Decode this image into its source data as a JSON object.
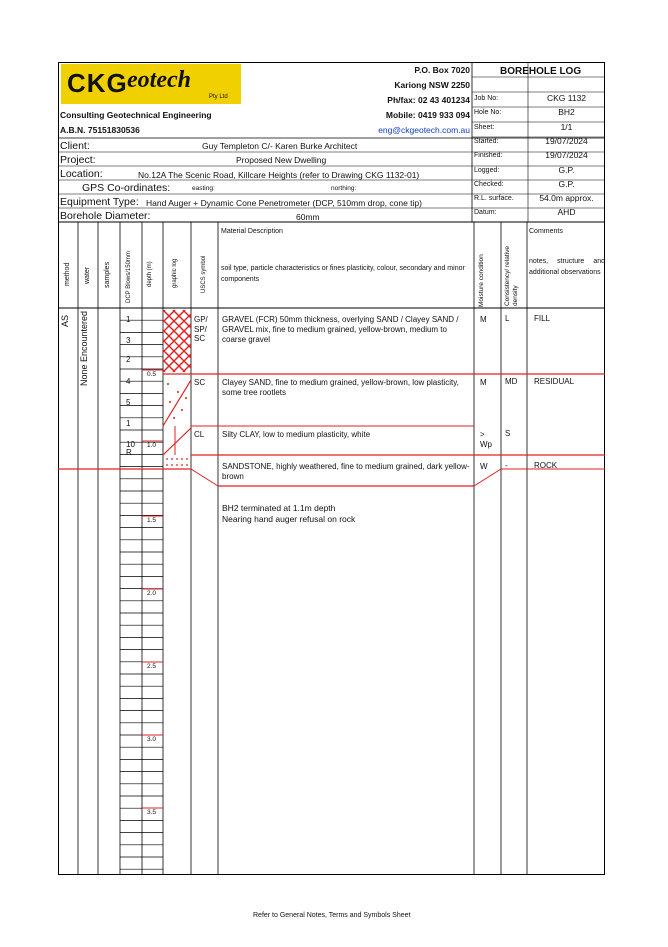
{
  "logo": {
    "main": "CKG",
    "script": "eotech",
    "sub": "Pty Ltd",
    "accent": "#f0d000"
  },
  "company": {
    "tagline": "Consulting Geotechnical Engineering",
    "abn": "A.B.N. 75151830536",
    "po_box": "P.O. Box 7020",
    "suburb": "Kariong  NSW  2250",
    "phone": "Ph/fax: 02 43 401234",
    "mobile": "Mobile: 0419 933 094",
    "email": "eng@ckgeotech.com.au"
  },
  "log_title": "BOREHOLE LOG",
  "meta": [
    {
      "label": "Job No:",
      "value": "CKG 1132"
    },
    {
      "label": "Hole No:",
      "value": "BH2"
    },
    {
      "label": "Sheet:",
      "value": "1/1"
    },
    {
      "label": "Started:",
      "value": "19/07/2024"
    },
    {
      "label": "Finished:",
      "value": "19/07/2024"
    },
    {
      "label": "Logged:",
      "value": "G.P."
    },
    {
      "label": "Checked:",
      "value": "G.P."
    },
    {
      "label": "R.L. surface.",
      "value": "54.0m approx."
    },
    {
      "label": "Datum:",
      "value": "AHD"
    }
  ],
  "info": {
    "client_label": "Client:",
    "client": "Guy Templeton C/- Karen Burke Architect",
    "project_label": "Project:",
    "project": "Proposed New Dwelling",
    "location_label": "Location:",
    "location": "No.12A The Scenic Road, Killcare Heights (refer to Drawing CKG 1132-01)",
    "gps_label": "GPS Co-ordinates:",
    "easting": "easting:",
    "northing": "northing:",
    "equipment_label": "Equipment Type:",
    "equipment": "Hand Auger + Dynamic Cone Penetrometer (DCP, 510mm drop, cone tip)",
    "diameter_label": "Borehole Diameter:",
    "diameter": "60mm"
  },
  "headers": {
    "method": "method",
    "water": "water",
    "samples": "samples",
    "dcp": "DCP Blows/150mm",
    "depth": "depth (m)",
    "graphic": "graphic log",
    "uscs": "USCS symbol",
    "material_title": "Material Description",
    "material_desc": "soil type, particle characteristics or fines plasticity, colour, secondary and minor components",
    "moisture": "Moisture condition",
    "consistency": "Consistency/ relative density",
    "comments_title": "Comments",
    "comments_desc": "notes, structure and additional observations"
  },
  "method": "AS",
  "water": "None Encountered",
  "dcp": [
    "1",
    "3",
    "2",
    "4",
    "5",
    "1",
    "10 R"
  ],
  "depth_labels": [
    "0.5",
    "1.0",
    "1.5",
    "2.0",
    "2.5",
    "3.0",
    "3.5"
  ],
  "layers": [
    {
      "uscs": "GP/ SP/ SC",
      "desc": "GRAVEL (FCR) 50mm thickness, overlying SAND / Clayey SAND / GRAVEL mix, fine to medium grained, yellow-brown, medium to coarse gravel",
      "moisture": "M",
      "consistency": "L",
      "comment": "FILL"
    },
    {
      "uscs": "SC",
      "desc": "Clayey SAND, fine to medium grained, yellow-brown, low plasticity, some tree rootlets",
      "moisture": "M",
      "consistency": "MD",
      "comment": "RESIDUAL"
    },
    {
      "uscs": "CL",
      "desc": "Silty CLAY, low to medium plasticity, white",
      "moisture": "> Wp",
      "consistency": "S",
      "comment": ""
    },
    {
      "uscs": "",
      "desc": "SANDSTONE, highly weathered, fine to medium grained, dark yellow-brown",
      "moisture": "W",
      "consistency": "-",
      "comment": "ROCK"
    }
  ],
  "termination": {
    "line1": "BH2 terminated at 1.1m depth",
    "line2": "Nearing hand auger refusal on rock"
  },
  "footer": "Refer to General Notes, Terms and Symbols Sheet",
  "colors": {
    "red": "#e02020"
  }
}
